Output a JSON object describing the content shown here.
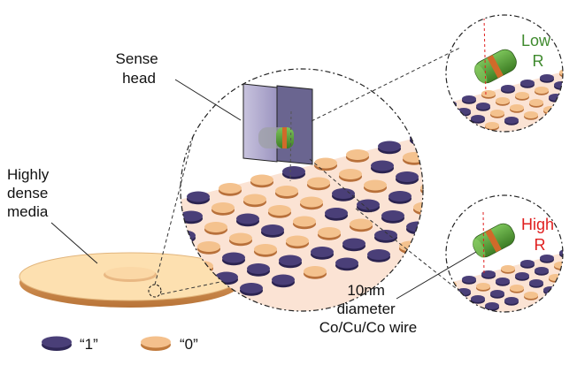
{
  "labels": {
    "sense_head": [
      "Sense",
      "head"
    ],
    "media": [
      "Highly",
      "dense",
      "media"
    ],
    "wire": [
      "10nm",
      "diameter",
      "Co/Cu/Co wire"
    ],
    "low_r": [
      "Low",
      "R"
    ],
    "high_r": [
      "High",
      "R"
    ]
  },
  "legend": [
    {
      "label": "“1”",
      "color": "#4a3f78"
    },
    {
      "label": "“0”",
      "color": "#e8a26a"
    }
  ],
  "colors": {
    "disk_top": "#fde0b0",
    "disk_edge": "#d99a5a",
    "bit_one": "#4a3f78",
    "bit_zero": "#e8a26a",
    "low_r_text": "#3f8a2e",
    "high_r_text": "#e01e1e",
    "wire_green": "#5aa537",
    "wire_orange": "#d06a2a"
  }
}
